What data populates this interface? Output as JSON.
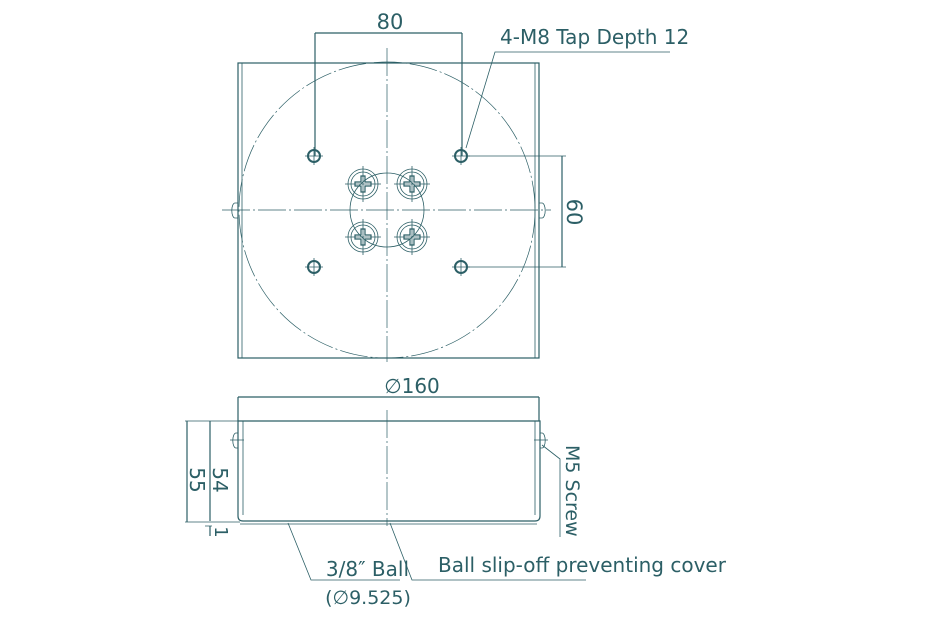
{
  "top_view": {
    "dim_hole_spacing_x": "80",
    "dim_hole_spacing_y": "60",
    "tap_note": "4-M8 Tap Depth 12"
  },
  "side_view": {
    "dim_diameter": "∅160",
    "dim_total_height": "55",
    "dim_body_height": "54",
    "dim_ball_protrusion": "1",
    "screw_note": "M5 Screw",
    "ball_note": "3/8″ Ball",
    "ball_diameter_note": "(∅9.525)",
    "cover_note": "Ball slip-off  preventing cover"
  },
  "colors": {
    "line": "#2c5f66"
  }
}
